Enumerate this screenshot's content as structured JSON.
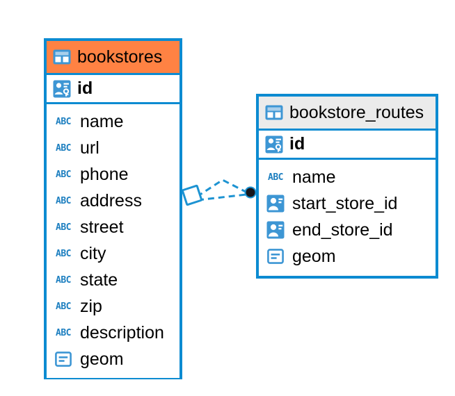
{
  "diagram": {
    "type": "entity-relationship-diagram",
    "colors": {
      "border": "#0c8bd1",
      "header_selected": "#ff8243",
      "header_normal": "#ebebeb",
      "icon_blue": "#3d96d4",
      "text": "#000000",
      "connector": "#1d93d2",
      "endpoint_dot": "#16151a",
      "canvas": "#ffffff"
    },
    "entities": [
      {
        "name": "bookstores",
        "selected": true,
        "header_icon": "table-icon",
        "primary_key": {
          "label": "id",
          "icon": "primary-key-icon"
        },
        "fields": [
          {
            "label": "name",
            "icon": "text-type-icon",
            "glyph": "ABC"
          },
          {
            "label": "url",
            "icon": "text-type-icon",
            "glyph": "ABC"
          },
          {
            "label": "phone",
            "icon": "text-type-icon",
            "glyph": "ABC"
          },
          {
            "label": "address",
            "icon": "text-type-icon",
            "glyph": "ABC"
          },
          {
            "label": "street",
            "icon": "text-type-icon",
            "glyph": "ABC"
          },
          {
            "label": "city",
            "icon": "text-type-icon",
            "glyph": "ABC"
          },
          {
            "label": "state",
            "icon": "text-type-icon",
            "glyph": "ABC"
          },
          {
            "label": "zip",
            "icon": "text-type-icon",
            "glyph": "ABC"
          },
          {
            "label": "description",
            "icon": "text-type-icon",
            "glyph": "ABC"
          },
          {
            "label": "geom",
            "icon": "geometry-type-icon",
            "glyph": ""
          }
        ]
      },
      {
        "name": "bookstore_routes",
        "selected": false,
        "header_icon": "table-icon",
        "primary_key": {
          "label": "id",
          "icon": "primary-key-icon"
        },
        "fields": [
          {
            "label": "name",
            "icon": "text-type-icon",
            "glyph": "ABC"
          },
          {
            "label": "start_store_id",
            "icon": "foreign-key-icon",
            "glyph": ""
          },
          {
            "label": "end_store_id",
            "icon": "foreign-key-icon",
            "glyph": ""
          },
          {
            "label": "geom",
            "icon": "geometry-type-icon",
            "glyph": ""
          }
        ]
      }
    ],
    "relationships": [
      {
        "from_entity": "bookstores",
        "to_entity": "bookstore_routes",
        "style": "dashed",
        "source_marker": "diamond-outline",
        "target_marker": "filled-dot"
      },
      {
        "from_entity": "bookstores",
        "to_entity": "bookstore_routes",
        "style": "dashed",
        "source_marker": "diamond-outline",
        "target_marker": "filled-dot"
      }
    ]
  }
}
